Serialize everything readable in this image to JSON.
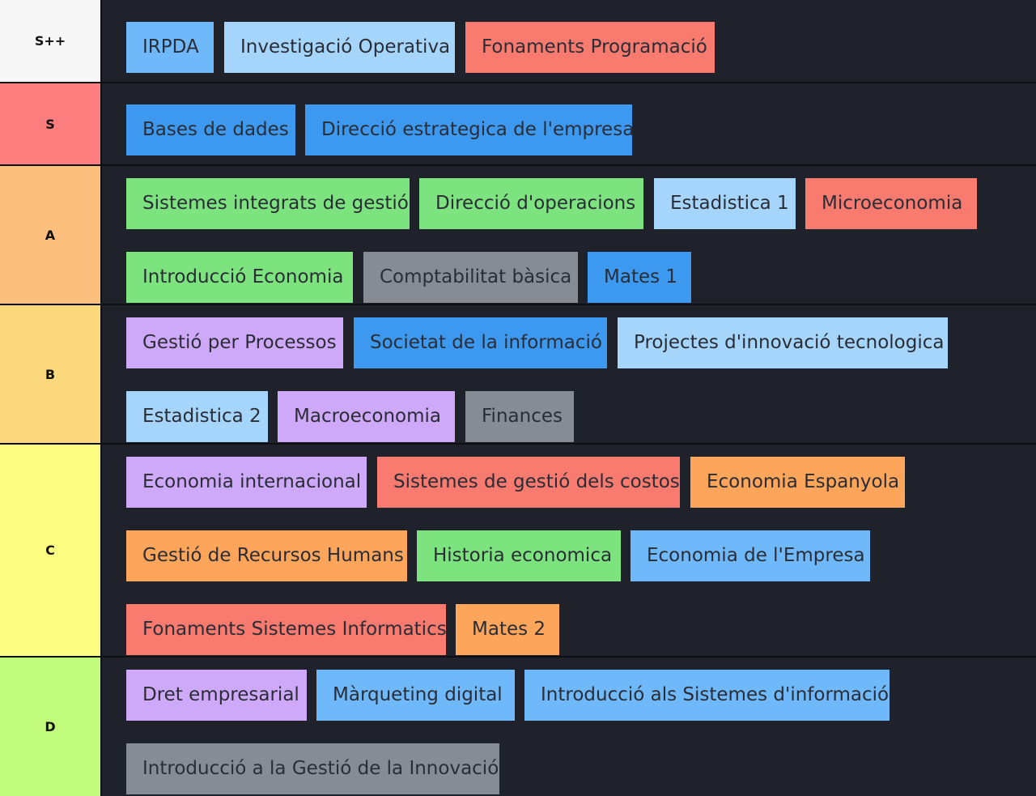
{
  "colors": {
    "background": "#20222b",
    "tier_splusplus": "#f7f7f7",
    "tier_s": "#fb7d7d",
    "tier_a": "#fdbf7d",
    "tier_b": "#fdd97d",
    "tier_c": "#fdfd82",
    "tier_d": "#c0fb7b"
  },
  "tiers": [
    {
      "label": "S++",
      "items": [
        "IRPDA",
        "Investigació Operativa",
        "Fonaments Programació"
      ]
    },
    {
      "label": "S",
      "items": [
        "Bases de dades",
        "Direcció estrategica de l'empresa"
      ]
    },
    {
      "label": "A",
      "items": [
        "Sistemes integrats de gestió",
        "Direcció d'operacions",
        "Estadistica 1",
        "Microeconomia",
        "Introducció Economia",
        "Comptabilitat bàsica",
        "Mates 1"
      ]
    },
    {
      "label": "B",
      "items": [
        "Gestió per Processos",
        "Societat de la informació",
        "Projectes d'innovació tecnologica",
        "Estadistica 2",
        "Macroeconomia",
        "Finances"
      ]
    },
    {
      "label": "C",
      "items": [
        "Economia internacional",
        "Sistemes de gestió dels costos",
        "Economia Espanyola",
        "Gestió de Recursos Humans",
        "Historia economica",
        "Economia de l'Empresa",
        "Fonaments Sistemes Informatics",
        "Mates 2"
      ]
    },
    {
      "label": "D",
      "items": [
        "Dret empresarial",
        "Màrqueting digital",
        "Introducció als Sistemes d'informació",
        "Introducció a la Gestió de la Innovació"
      ]
    }
  ]
}
